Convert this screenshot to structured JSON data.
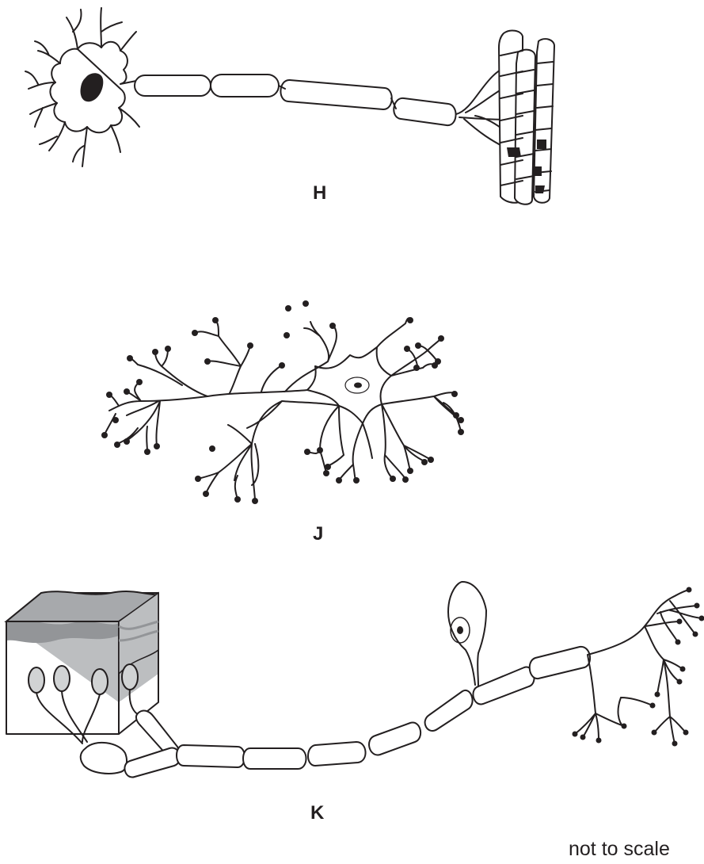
{
  "labels": {
    "h": "H",
    "j": "J",
    "k": "K"
  },
  "note": "not to scale",
  "colors": {
    "ink": "#231f20",
    "skin_grey": "#bcbec0",
    "skin_dark": "#939598",
    "background": "#ffffff"
  }
}
